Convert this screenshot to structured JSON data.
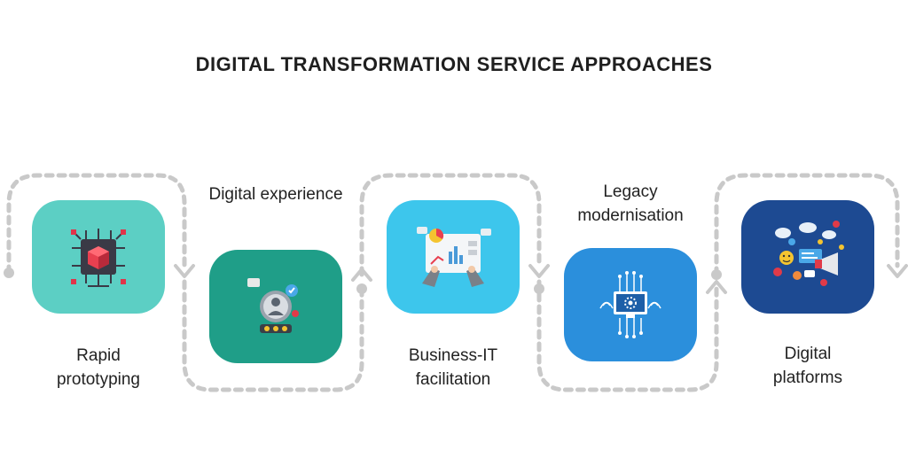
{
  "title": "DIGITAL TRANSFORMATION SERVICE APPROACHES",
  "colors": {
    "connector": "#c9c9c9",
    "card_teal": "#5ccfc4",
    "card_green": "#1f9e88",
    "card_cyan": "#3dc6ec",
    "card_blue": "#2b8fdc",
    "card_navy": "#1d4a92"
  },
  "steps": [
    {
      "label_line1": "Rapid",
      "label_line2": "prototyping",
      "icon": "chip-cube-icon",
      "color": "#5ccfc4"
    },
    {
      "label_line1": "Digital experience",
      "label_line2": "",
      "icon": "user-rating-icon",
      "color": "#1f9e88"
    },
    {
      "label_line1": "Business-IT",
      "label_line2": "facilitation",
      "icon": "dashboard-analytics-icon",
      "color": "#3dc6ec"
    },
    {
      "label_line1": "Legacy",
      "label_line2": "modernisation",
      "icon": "monitor-network-icon",
      "color": "#2b8fdc"
    },
    {
      "label_line1": "Digital",
      "label_line2": "platforms",
      "icon": "social-media-icon",
      "color": "#1d4a92"
    }
  ]
}
